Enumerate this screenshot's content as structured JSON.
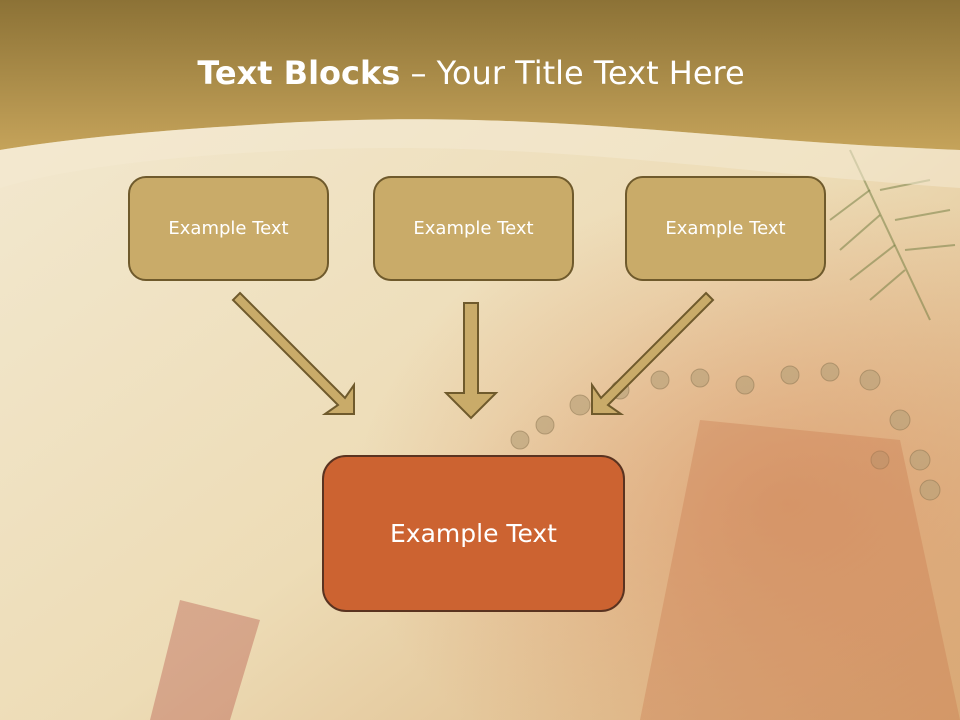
{
  "slide": {
    "title_bold": "Text Blocks",
    "title_dash": " – ",
    "title_rest": "Your Title Text Here"
  },
  "blocks": {
    "top_left": "Example Text",
    "top_center": "Example Text",
    "top_right": "Example Text",
    "bottom": "Example Text"
  },
  "colors": {
    "header_band": "#b7964e",
    "top_box_fill": "#c9ab69",
    "bottom_box_fill": "#cc6331",
    "arrow_fill": "#c9ab69",
    "border": "#6f5a2c"
  }
}
